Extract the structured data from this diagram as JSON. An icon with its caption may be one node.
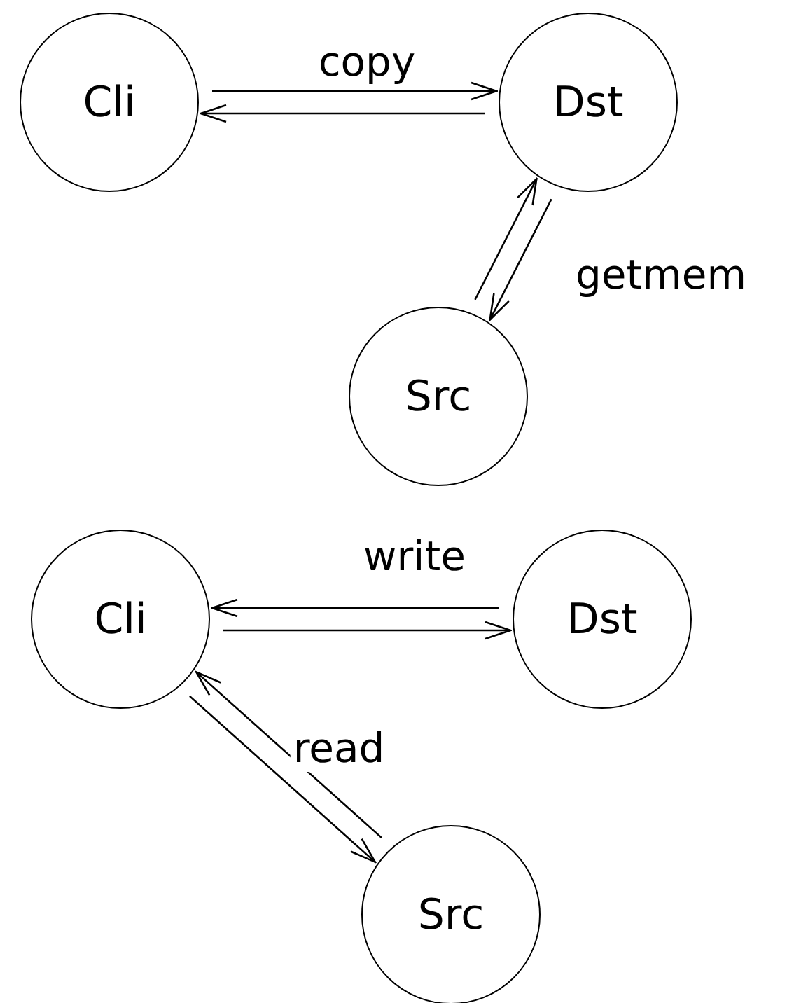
{
  "diagram": {
    "nodes": [
      {
        "text": [
          "Cli"
        ]
      },
      {
        "text": [
          "Dst"
        ]
      },
      {
        "text": [
          "Src"
        ]
      },
      {
        "text": [
          "Cli"
        ]
      },
      {
        "text": [
          "Dst"
        ]
      },
      {
        "text": [
          "Src"
        ]
      }
    ],
    "edges": [
      {
        "from": 0,
        "to": 1,
        "arrow": "to",
        "label": "copy"
      },
      {
        "from": 1,
        "to": 0,
        "arrow": "to"
      },
      {
        "from": 2,
        "to": 1,
        "arrow": "to"
      },
      {
        "from": 1,
        "to": 2,
        "arrow": "to",
        "label": "getmem"
      },
      {
        "from": 4,
        "to": 3,
        "arrow": "to",
        "label": "write"
      },
      {
        "from": 3,
        "to": 4,
        "arrow": "to"
      },
      {
        "from": 5,
        "to": 3,
        "arrow": "to",
        "label": "read"
      },
      {
        "from": 3,
        "to": 5,
        "arrow": "to"
      }
    ]
  }
}
